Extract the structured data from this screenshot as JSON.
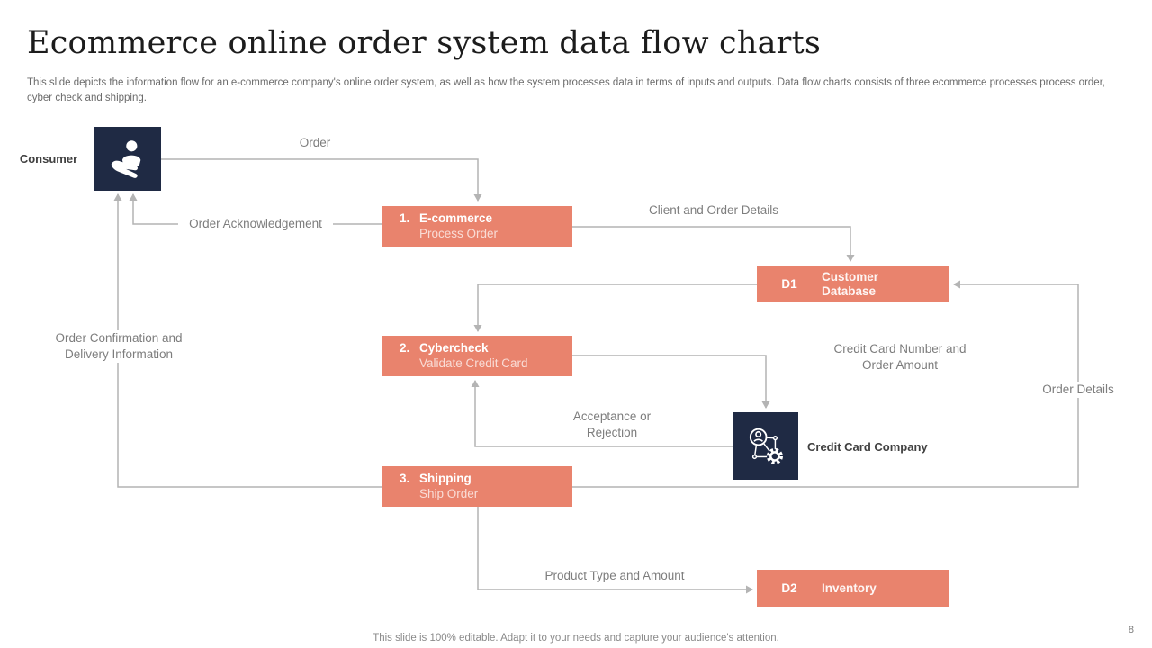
{
  "slide": {
    "title": "Ecommerce online order system data flow charts",
    "subtitle": "This slide depicts the information flow for an e-commerce company's online order system, as well as how the system processes data in terms of inputs and outputs. Data flow charts consists of three ecommerce processes process order, cyber check and shipping.",
    "footer": "This slide is 100% editable. Adapt it to your needs and capture your audience's attention.",
    "page_number": "8"
  },
  "colors": {
    "accent_salmon": "#E9836D",
    "dark_navy": "#1F2A44",
    "line_gray": "#B4B4B4",
    "label_gray": "#7D7D7D",
    "title_color": "#1C1C1C"
  },
  "nodes": {
    "consumer": {
      "label": "Consumer",
      "icon": "customer-care-icon"
    },
    "process1": {
      "number": "1.",
      "title": "E-commerce",
      "subtitle": "Process Order"
    },
    "process2": {
      "number": "2.",
      "title": "Cybercheck",
      "subtitle": "Validate Credit Card"
    },
    "process3": {
      "number": "3.",
      "title": "Shipping",
      "subtitle": "Ship Order"
    },
    "datastore1": {
      "id": "D1",
      "label": "Customer Database"
    },
    "datastore2": {
      "id": "D2",
      "label": "Inventory"
    },
    "credit_card_company": {
      "label": "Credit Card Company",
      "icon": "network-gear-icon"
    }
  },
  "flow_labels": {
    "order": "Order",
    "order_acknowledgement": "Order Acknowledgement",
    "client_and_order_details": "Client and Order Details",
    "order_confirmation_and_delivery_information": "Order Confirmation and Delivery Information",
    "credit_card_number_and_order_amount": "Credit Card Number and Order Amount",
    "order_details": "Order Details",
    "acceptance_or_rejection": "Acceptance or Rejection",
    "product_type_and_amount": "Product Type and Amount"
  }
}
